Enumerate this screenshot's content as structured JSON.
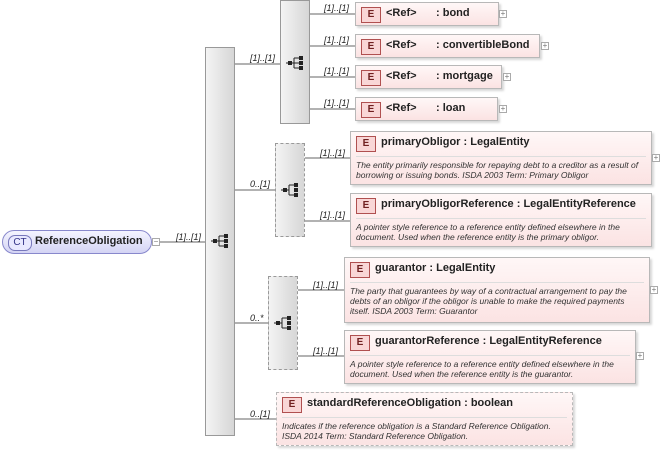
{
  "root": {
    "badge": "CT",
    "name": "ReferenceObligation",
    "multiplicity": "[1]..[1]"
  },
  "branches": {
    "choice_mult": "[1]..[1]",
    "obligor_mult": "0..[1]",
    "guarantor_mult": "0..*",
    "standard_mult": "0..[1]"
  },
  "refs": [
    {
      "badge": "E",
      "ref": "<Ref>",
      "name": ": bond",
      "mult": "[1]..[1]"
    },
    {
      "badge": "E",
      "ref": "<Ref>",
      "name": ": convertibleBond",
      "mult": "[1]..[1]"
    },
    {
      "badge": "E",
      "ref": "<Ref>",
      "name": ": mortgage",
      "mult": "[1]..[1]"
    },
    {
      "badge": "E",
      "ref": "<Ref>",
      "name": ": loan",
      "mult": "[1]..[1]"
    }
  ],
  "elements": [
    {
      "badge": "E",
      "name": "primaryObligor",
      "type": ": LegalEntity",
      "mult": "[1]..[1]",
      "desc": "The entity primarily responsible for repaying debt to a creditor as a result of borrowing or issuing bonds. ISDA 2003 Term: Primary Obligor"
    },
    {
      "badge": "E",
      "name": "primaryObligorReference",
      "type": ": LegalEntityReference",
      "mult": "[1]..[1]",
      "desc": "A pointer style reference to a reference entity defined elsewhere in the document. Used when the reference entity is the primary obligor."
    },
    {
      "badge": "E",
      "name": "guarantor",
      "type": ": LegalEntity",
      "mult": "[1]..[1]",
      "desc": "The party that guarantees by way of a contractual arrangement to pay the debts of an obligor if the obligor is unable to make the required payments itself. ISDA 2003 Term: Guarantor"
    },
    {
      "badge": "E",
      "name": "guarantorReference",
      "type": ": LegalEntityReference",
      "mult": "[1]..[1]",
      "desc": "A pointer style reference to a reference entity defined elsewhere in the document. Used when the reference entity is the guarantor."
    },
    {
      "badge": "E",
      "name": "standardReferenceObligation",
      "type": ": boolean",
      "mult": "",
      "desc": "Indicates if the reference obligation is a Standard Reference Obligation. ISDA 2014 Term: Standard Reference Obligation."
    }
  ]
}
